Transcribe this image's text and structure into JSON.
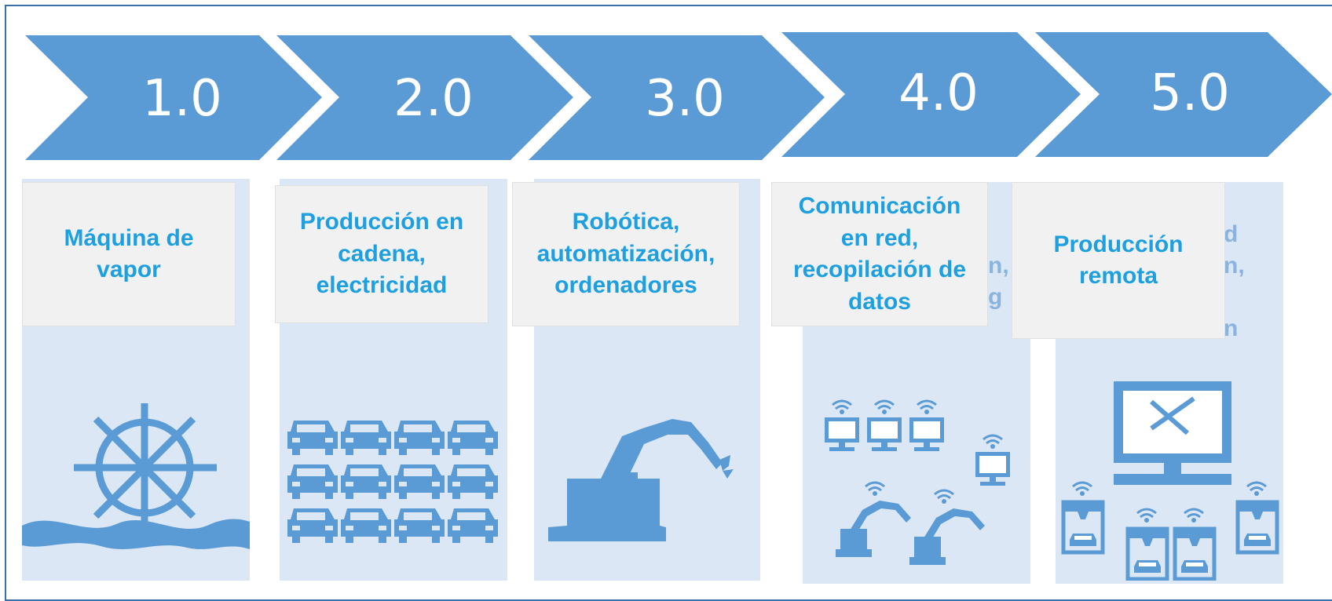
{
  "stages": [
    {
      "version": "1.0",
      "label": "Máquina de\nvapor",
      "icon": "steam-wheel-icon"
    },
    {
      "version": "2.0",
      "label": "Producción en\ncadena,\nelectricidad",
      "icon": "cars-grid-icon"
    },
    {
      "version": "3.0",
      "label": "Robótica,\nautomatización,\nordenadores",
      "icon": "robot-arm-icon"
    },
    {
      "version": "4.0",
      "label": "Comunicación\nen red,\nrecopilación de\ndatos",
      "icon": "networked-factory-icon"
    },
    {
      "version": "5.0",
      "label": "Producción\nremota",
      "icon": "remote-production-icon"
    }
  ],
  "colors": {
    "chevron": "#5b9bd5",
    "column": "#dbe7f5",
    "label_box": "#f1f1f1",
    "label_text": "#1ea0e0",
    "icon": "#5b9bd5"
  }
}
